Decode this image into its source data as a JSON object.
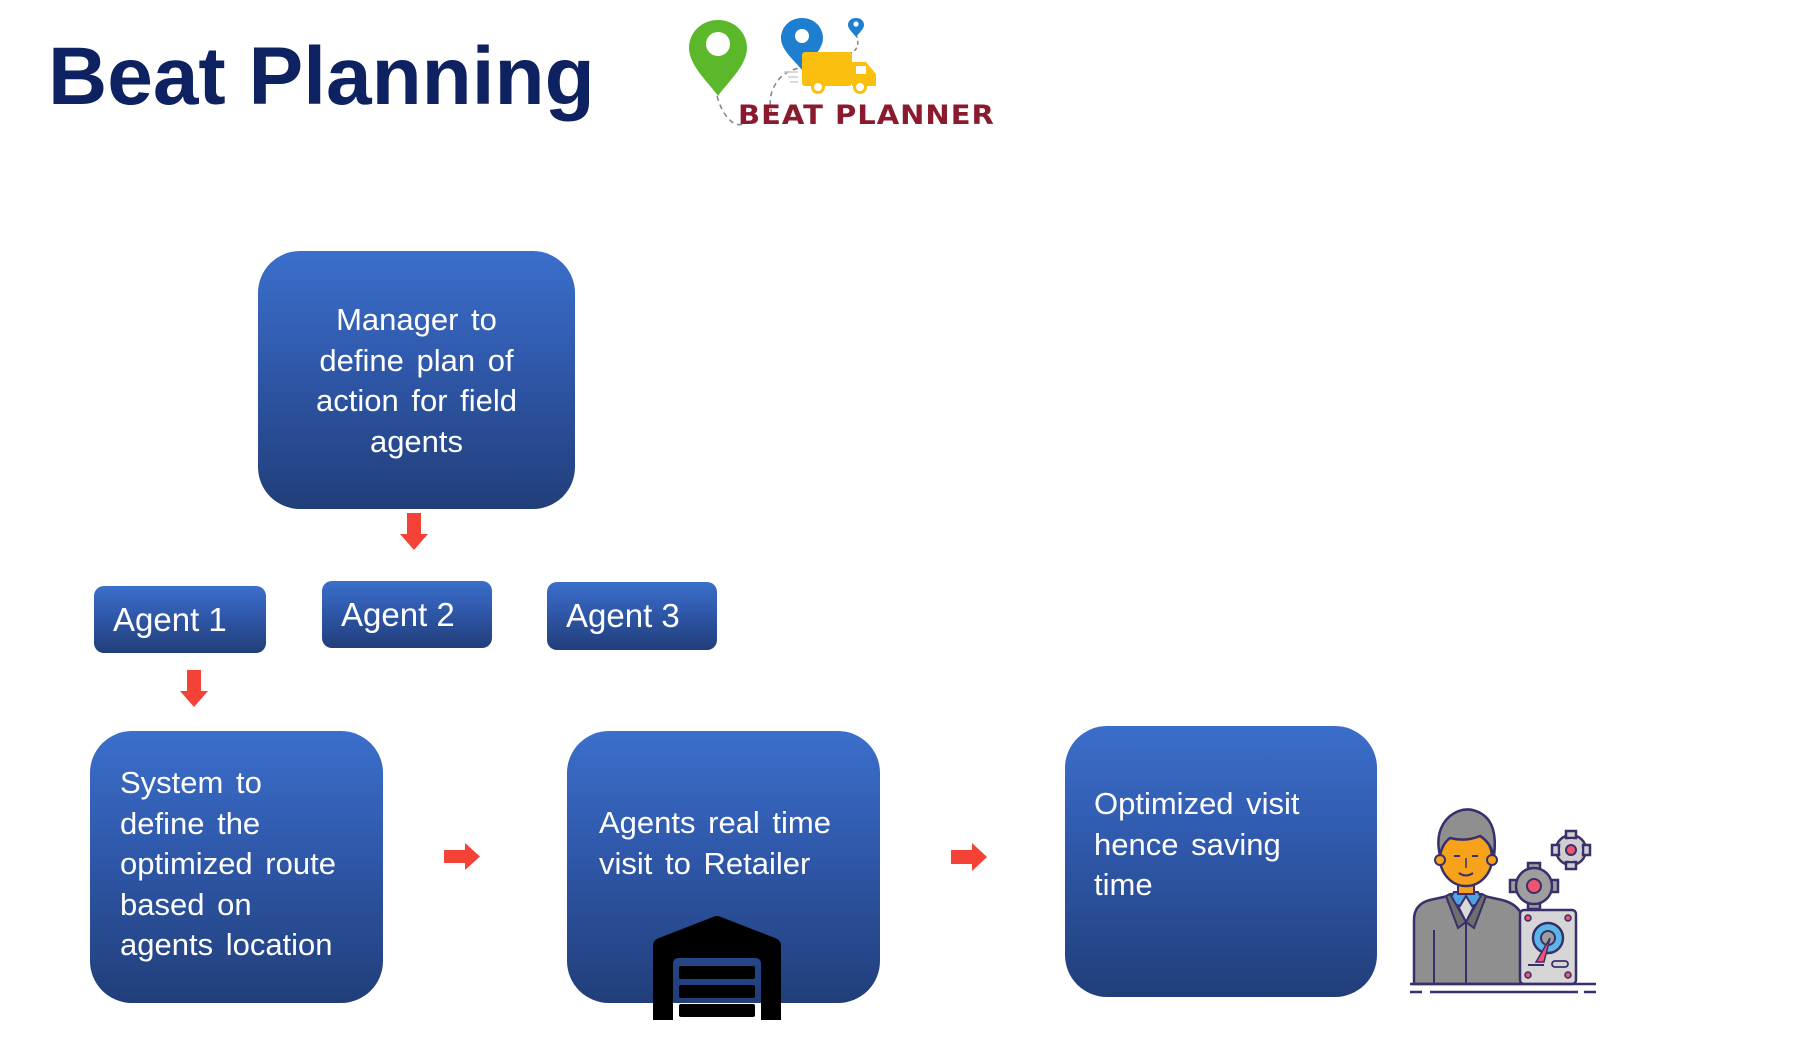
{
  "slide": {
    "title": "Beat Planning",
    "background": "#ffffff",
    "title_color": "#0e2160"
  },
  "logo": {
    "text": "BEAT PLANNER",
    "text_color": "#8a1a2e",
    "icons": [
      "map-pin-green-icon",
      "map-pin-blue-icon",
      "map-pin-small-icon",
      "delivery-truck-icon",
      "dashed-route"
    ]
  },
  "colors": {
    "box_gradient_top": "#3b6fcb",
    "box_gradient_bottom": "#213e79",
    "box_text": "#ffffff",
    "arrow": "#f44336"
  },
  "flow": {
    "manager": {
      "text": "Manager to\ndefine plan of\naction for field\nagents"
    },
    "agents": [
      {
        "label": "Agent 1"
      },
      {
        "label": "Agent 2"
      },
      {
        "label": "Agent 3"
      }
    ],
    "steps": [
      {
        "text": "System to\ndefine the\noptimized route\nbased on\nagents location"
      },
      {
        "text": "Agents real time\nvisit to Retailer",
        "icon": "warehouse-icon"
      },
      {
        "text": "Optimized visit\nhence saving\ntime"
      }
    ],
    "arrows": [
      {
        "direction": "down",
        "from": "manager",
        "to": "agents"
      },
      {
        "direction": "down",
        "from": "Agent 1",
        "to": "step-1"
      },
      {
        "direction": "right",
        "from": "step-1",
        "to": "step-2"
      },
      {
        "direction": "right",
        "from": "step-2",
        "to": "step-3"
      }
    ]
  },
  "illustration": {
    "icon": "engineer-with-hard-drive-and-gears-icon"
  }
}
